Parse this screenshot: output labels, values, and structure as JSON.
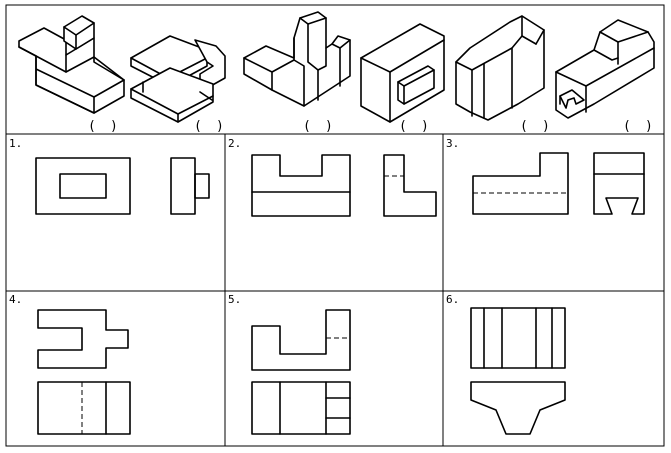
{
  "answer_blanks": [
    {
      "open": "(",
      "close": ")"
    },
    {
      "open": "(",
      "close": ")"
    },
    {
      "open": "(",
      "close": ")"
    },
    {
      "open": "(",
      "close": ")"
    },
    {
      "open": "(",
      "close": ")"
    },
    {
      "open": "(",
      "close": ")"
    }
  ],
  "panels": [
    {
      "number": "1."
    },
    {
      "number": "2."
    },
    {
      "number": "3."
    },
    {
      "number": "4."
    },
    {
      "number": "5."
    },
    {
      "number": "6."
    }
  ]
}
